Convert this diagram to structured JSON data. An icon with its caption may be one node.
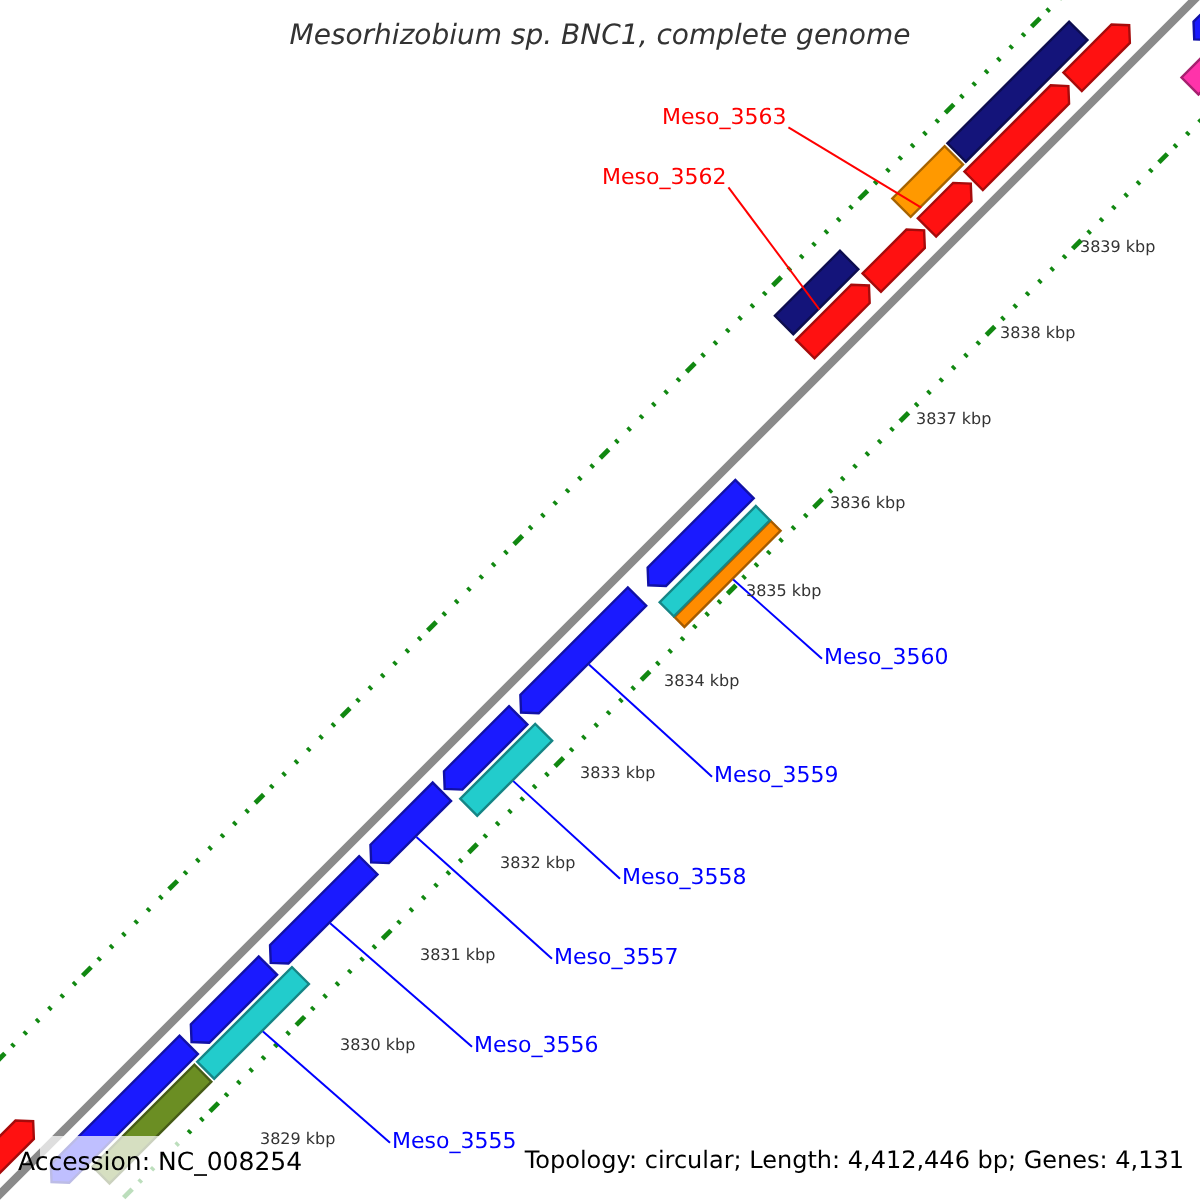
{
  "diagram": {
    "title": "Mesorhizobium sp. BNC1, complete genome",
    "nodes": [
      {
        "text": [
          "Meso_3563"
        ]
      },
      {
        "text": [],
        "shape": "bar"
      },
      {
        "text": [
          "Meso_3562"
        ]
      },
      {
        "text": [],
        "shape": "bar"
      },
      {
        "text": [
          "Meso_3560"
        ]
      },
      {
        "text": [],
        "shape": "bar"
      },
      {
        "text": [
          "Meso_3559"
        ]
      },
      {
        "text": [],
        "shape": "bar"
      },
      {
        "text": [
          "Meso_3558"
        ]
      },
      {
        "text": [],
        "shape": "bar"
      },
      {
        "text": [
          "Meso_3557"
        ]
      },
      {
        "text": [],
        "shape": "bar"
      },
      {
        "text": [
          "Meso_3556"
        ]
      },
      {
        "text": [],
        "shape": "bar"
      },
      {
        "text": [
          "Meso_3555"
        ]
      },
      {
        "text": [],
        "shape": "bar"
      },
      {
        "text": [],
        "shape": "bar"
      },
      {
        "text": [],
        "shape": "bar"
      },
      {
        "text": [],
        "shape": "bar"
      },
      {
        "text": [],
        "shape": "bar"
      },
      {
        "text": [],
        "shape": "bar"
      },
      {
        "text": [],
        "shape": "bar"
      },
      {
        "text": [],
        "shape": "bar"
      },
      {
        "text": [],
        "shape": "bar"
      },
      {
        "text": [],
        "shape": "bar"
      },
      {
        "text": [],
        "shape": "bar"
      },
      {
        "text": [],
        "shape": "bar"
      },
      {
        "text": [],
        "shape": "bar"
      },
      {
        "text": [],
        "shape": "bar"
      },
      {
        "text": [],
        "shape": "bar"
      },
      {
        "text": [],
        "shape": "bar"
      }
    ],
    "edges": [
      {
        "from": 0,
        "to": 1,
        "arrow": "none",
        "color": "#ff0000"
      },
      {
        "from": 2,
        "to": 3,
        "arrow": "none",
        "color": "#ff0000"
      },
      {
        "from": 4,
        "to": 5,
        "arrow": "none"
      },
      {
        "from": 6,
        "to": 7,
        "arrow": "none"
      },
      {
        "from": 8,
        "to": 9,
        "arrow": "none"
      },
      {
        "from": 10,
        "to": 11,
        "arrow": "none"
      },
      {
        "from": 12,
        "to": 13,
        "arrow": "none"
      },
      {
        "from": 14,
        "to": 15,
        "arrow": "none"
      }
    ],
    "labels": [
      "3839 kbp",
      "3838 kbp",
      "3837 kbp",
      "3836 kbp",
      "3835 kbp",
      "3834 kbp",
      "3833 kbp",
      "3832 kbp",
      "3831 kbp",
      "3830 kbp",
      "3829 kbp",
      "Accession: NC_008254",
      "Topology: circular; Length: 4,412,446 bp; Genes: 4,131"
    ]
  }
}
